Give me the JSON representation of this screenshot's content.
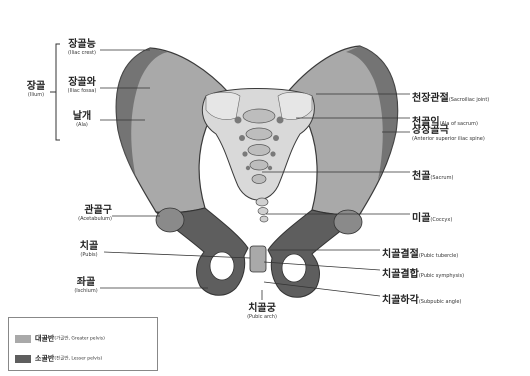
{
  "group": {
    "ko": "장골",
    "en": "(Ilium)"
  },
  "labels": {
    "iliac_crest": {
      "ko": "장골능",
      "en": "(Iliac crest)"
    },
    "iliac_fossa": {
      "ko": "장골와",
      "en": "(Iliac fossa)"
    },
    "ala": {
      "ko": "날개",
      "en": "(Ala)"
    },
    "acetabulum": {
      "ko": "관골구",
      "en": "(Acetabulum)"
    },
    "pubis": {
      "ko": "치골",
      "en": "(Pubis)"
    },
    "ischium": {
      "ko": "좌골",
      "en": "(Ischium)"
    },
    "pubic_arch": {
      "ko": "치골궁",
      "en": "(Pubic arch)"
    },
    "sacroiliac_joint": {
      "ko": "천장관절",
      "en": "(Sacroiliac joint)"
    },
    "ala_of_sacrum": {
      "ko": "천골익",
      "en": "(Ala of sacrum)"
    },
    "asis": {
      "ko": "상장골극",
      "en": "(Anterior superior iliac spine)"
    },
    "sacrum": {
      "ko": "천골",
      "en": "(Sacrum)"
    },
    "coccyx": {
      "ko": "미골",
      "en": "(Coccyx)"
    },
    "pubic_tubercle": {
      "ko": "치골결절",
      "en": "(Pubic tubercle)"
    },
    "pubic_symphysis": {
      "ko": "치골결합",
      "en": "(Pubic symphysis)"
    },
    "subpubic_angle": {
      "ko": "치골하각",
      "en": "(Subpubic angle)"
    }
  },
  "legend": {
    "greater": {
      "ko": "대골반",
      "en": "(가골반, Greater pelvis)",
      "color": "#a9a9a9"
    },
    "lesser": {
      "ko": "소골반",
      "en": "(진골반, Lesser pelvis)",
      "color": "#5e5e5e"
    }
  },
  "colors": {
    "bone_light": "#d9d9d9",
    "bone_mid": "#a9a9a9",
    "bone_dark": "#5e5e5e",
    "outline": "#3a3a3a"
  }
}
